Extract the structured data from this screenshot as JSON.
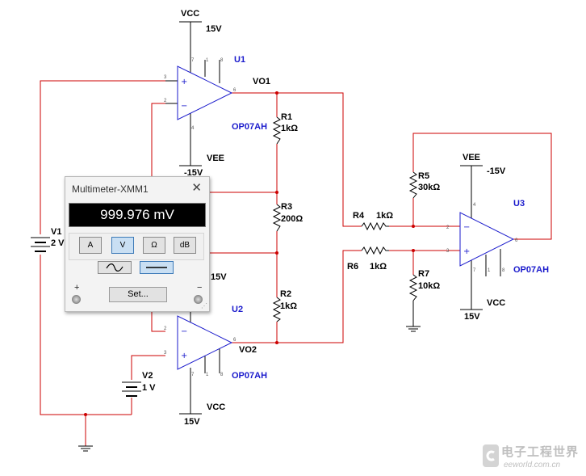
{
  "schematic": {
    "supplies": {
      "vcc": "VCC",
      "vee": "VEE",
      "rail": "15V",
      "rail_neg": "-15V"
    },
    "opamps": [
      {
        "ref": "U1",
        "model": "OP07AH"
      },
      {
        "ref": "U2",
        "model": "OP07AH"
      },
      {
        "ref": "U3",
        "model": "OP07AH"
      }
    ],
    "nets": {
      "vo1": "VO1",
      "vo2": "VO2"
    },
    "sources": [
      {
        "ref": "V1",
        "value": "2 V"
      },
      {
        "ref": "V2",
        "value": "1 V"
      }
    ],
    "resistors": [
      {
        "ref": "R1",
        "value": "1kΩ"
      },
      {
        "ref": "R2",
        "value": "1kΩ"
      },
      {
        "ref": "R3",
        "value": "200Ω"
      },
      {
        "ref": "R4",
        "value": "1kΩ"
      },
      {
        "ref": "R5",
        "value": "30kΩ"
      },
      {
        "ref": "R6",
        "value": "1kΩ"
      },
      {
        "ref": "R7",
        "value": "10kΩ"
      }
    ],
    "pins": {
      "p1": "1",
      "p2": "2",
      "p3": "3",
      "p4": "4",
      "p6": "6",
      "p7": "7",
      "p8": "8"
    },
    "symbols": {
      "plus": "+",
      "minus": "−"
    }
  },
  "multimeter": {
    "title": "Multimeter-XMM1",
    "reading": "999.976 mV",
    "modes": [
      "A",
      "V",
      "Ω",
      "dB"
    ],
    "active_mode": "V",
    "wave_active": "dc",
    "set_label": "Set...",
    "plus": "+",
    "minus": "−",
    "close": "✕",
    "grip": "⋰"
  },
  "watermark": {
    "cn": "电子工程世界",
    "en": "eeworld.com.cn",
    "icon": "e-logo-icon"
  }
}
